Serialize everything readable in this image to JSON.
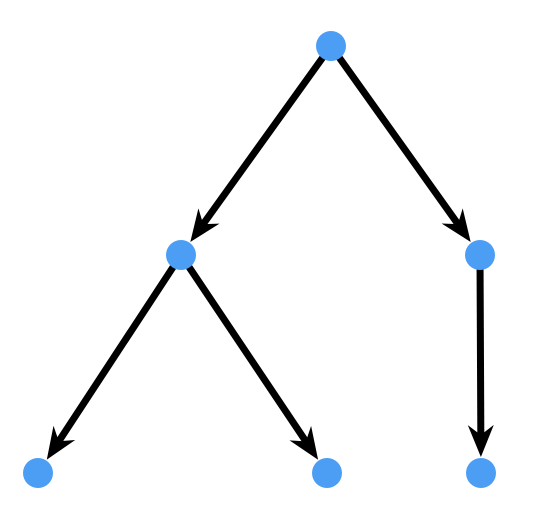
{
  "diagram": {
    "type": "tree",
    "colors": {
      "node": "#4c9ef5",
      "edge": "#000000",
      "background": "#ffffff"
    },
    "nodes": [
      {
        "id": "root"
      },
      {
        "id": "left"
      },
      {
        "id": "right"
      },
      {
        "id": "left-left"
      },
      {
        "id": "left-right"
      },
      {
        "id": "right-child"
      }
    ],
    "edges": [
      {
        "from": "root",
        "to": "left"
      },
      {
        "from": "root",
        "to": "right"
      },
      {
        "from": "left",
        "to": "left-left"
      },
      {
        "from": "left",
        "to": "left-right"
      },
      {
        "from": "right",
        "to": "right-child"
      }
    ]
  }
}
